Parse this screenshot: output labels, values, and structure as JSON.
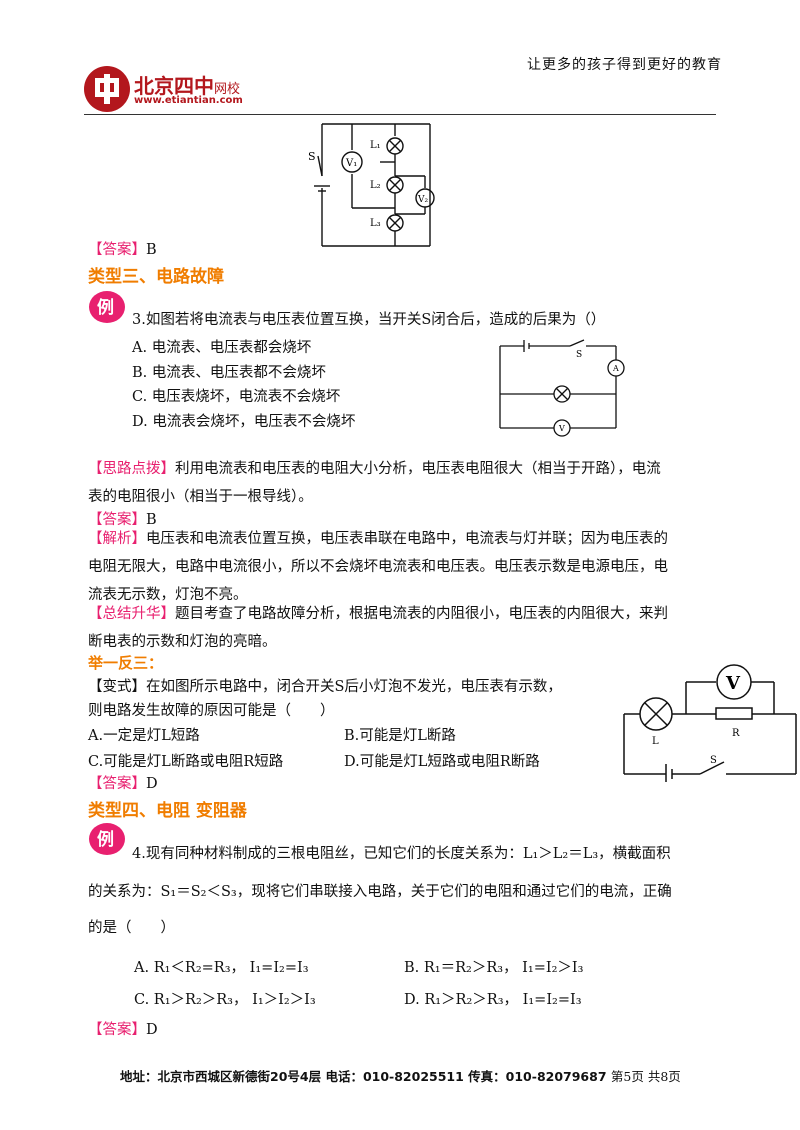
{
  "header": {
    "slogan": "让更多的孩子得到更好的教育",
    "school_name": "北京四中",
    "school_suffix": "网校",
    "url": "www.etiantian.com"
  },
  "q_top": {
    "circuit_labels": [
      "S",
      "V₁",
      "L₁",
      "L₂",
      "L₃",
      "V₂"
    ],
    "answer_tag": "【答案】",
    "answer_value": "B"
  },
  "section3": {
    "heading": "类型三、电路故障",
    "badge": "例",
    "stem": "3.如图若将电流表与电压表位置互换，当开关S闭合后，造成的后果为（）",
    "options": [
      "A. 电流表、电压表都会烧坏",
      "B. 电流表、电压表都不会烧坏",
      "C. 电压表烧坏，电流表不会烧坏",
      "D. 电流表会烧坏，电压表不会烧坏"
    ],
    "circuit_labels": [
      "S",
      "A",
      "V"
    ],
    "hint_tag": "【思路点拨】",
    "hint_line1": "利用电流表和电压表的电阻大小分析，电压表电阻很大（相当于开路），电流",
    "hint_line2": "表的电阻很小（相当于一根导线）。",
    "answer_tag": "【答案】",
    "answer_value": "B",
    "analysis_tag": "【解析】",
    "analysis_line1": "电压表和电流表位置互换，电压表串联在电路中，电流表与灯并联；因为电压表的",
    "analysis_line2": "电阻无限大，电路中电流很小，所以不会烧坏电流表和电压表。电压表示数是电源电压，电",
    "analysis_line3": "流表无示数，灯泡不亮。",
    "summary_tag": "【总结升华】",
    "summary_line1": "题目考查了电路故障分析，根据电流表的内阻很小，电压表的内阻很大，来判",
    "summary_line2": "断电表的示数和灯泡的亮暗。"
  },
  "variant": {
    "heading": "举一反三：",
    "line1": "【变式】在如图所示电路中，闭合开关S后小灯泡不发光，电压表有示数，",
    "line2": "则电路发生故障的原因可能是（　　）",
    "opt_a": "A.一定是灯L短路",
    "opt_b": "B.可能是灯L断路",
    "opt_c": "C.可能是灯L断路或电阻R短路",
    "opt_d": "D.可能是灯L短路或电阻R断路",
    "circuit_labels": [
      "V",
      "L",
      "R",
      "S"
    ],
    "answer_tag": "【答案】",
    "answer_value": "D"
  },
  "section4": {
    "heading": "类型四、电阻 变阻器",
    "badge": "例",
    "stem_line1": "4.现有同种材料制成的三根电阻丝，已知它们的长度关系为：L₁＞L₂＝L₃，横截面积",
    "stem_line2": "的关系为：S₁＝S₂＜S₃，现将它们串联接入电路，关于它们的电阻和通过它们的电流，正确",
    "stem_line3": "的是（　　）",
    "opt_a": "A. R₁＜R₂=R₃， I₁=I₂=I₃",
    "opt_b": "B. R₁＝R₂＞R₃， I₁=I₂＞I₃",
    "opt_c": "C. R₁＞R₂＞R₃， I₁＞I₂＞I₃",
    "opt_d": "D. R₁＞R₂＞R₃， I₁=I₂=I₃",
    "answer_tag": "【答案】",
    "answer_value": "D"
  },
  "footer": {
    "address": "地址：北京市西城区新德街20号4层  电话：010-82025511  传真：010-82079687",
    "page": "第5页  共8页"
  },
  "colors": {
    "accent_orange": "#f07d00",
    "tag_pink": "#e8206f",
    "brand_red": "#b3171d"
  }
}
